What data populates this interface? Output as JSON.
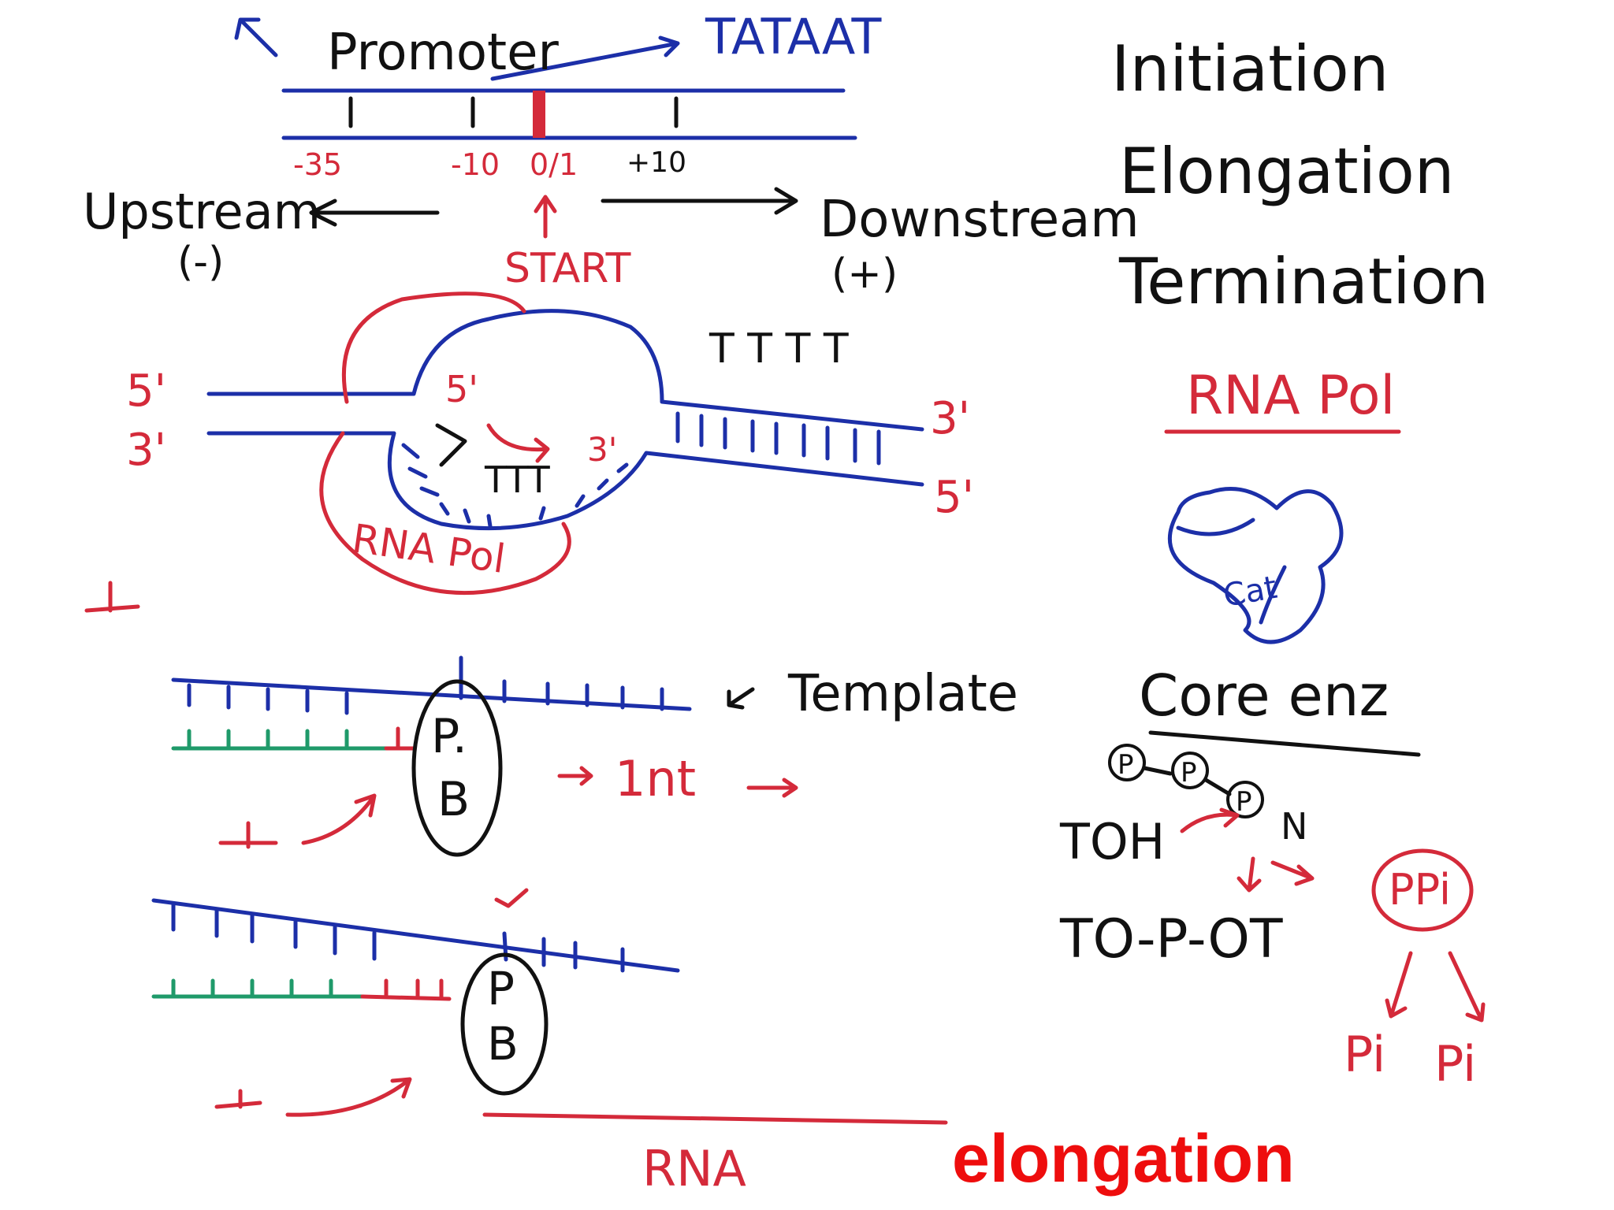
{
  "labels": {
    "promoter": "Promoter",
    "tataat": "TATAAT",
    "pos_minus35": "-35",
    "pos_minus10": "-10",
    "pos_start": "0/1",
    "pos_plus10": "+10",
    "upstream": "Upstream",
    "upstream_sign": "(-)",
    "start": "START",
    "downstream": "Downstream",
    "downstream_sign": "(+)",
    "five_prime_top": "5'",
    "three_prime_left": "3'",
    "five_prime_inner": "5'",
    "three_prime_inner": "3'",
    "three_prime_right": "3'",
    "five_prime_right": "5'",
    "rna_pol_bubble": "RNA Pol",
    "t_row_top": "T T T T",
    "t_row_inner": "TTT",
    "template": "Template",
    "pb_top_p": "P.",
    "pb_top_b": "B",
    "one_nt": "1nt",
    "pb_bottom_p": "P",
    "pb_bottom_b": "B",
    "rna": "RNA",
    "stage_initiation": "Initiation",
    "stage_elongation": "Elongation",
    "stage_termination": "Termination",
    "rna_pol_title": "RNA Pol",
    "cat": "Cat",
    "core_enz": "Core enz",
    "p_circle": "P",
    "t_oh": "TOH",
    "n": "N",
    "ppi": "PPi",
    "to_p_ot": "TO-P-OT",
    "pi_left": "Pi",
    "pi_right": "Pi"
  },
  "caption": "elongation",
  "colors": {
    "blue": "#1c2fa8",
    "red": "#d42a3a",
    "green": "#1f9a6a",
    "black": "#111111",
    "caption_red": "#ee0d0d"
  }
}
